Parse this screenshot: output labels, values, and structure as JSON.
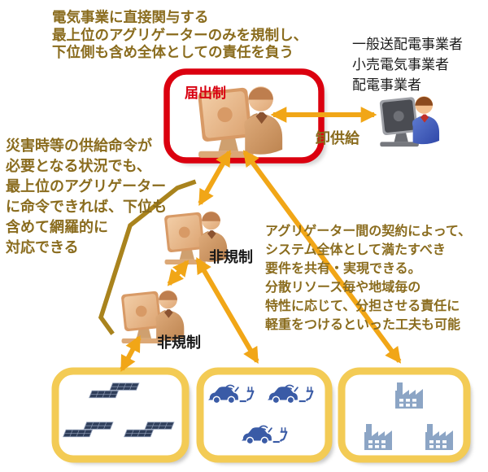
{
  "diagram": {
    "annotations": {
      "top_left": [
        "電気事業に直接関与する",
        "最上位のアグリゲーターのみを規制し、",
        "下位側も含め全体としての責任を負う"
      ],
      "top_right": [
        "一般送配電事業者",
        "小売電気事業者",
        "配電事業者"
      ],
      "left": [
        "災害時等の供給命令が",
        "必要となる状況でも、",
        "最上位のアグリゲーター",
        "に命令できれば、下位も",
        "含めて網羅的に",
        "対応できる"
      ],
      "right": [
        "アグリゲーター間の契約によって、",
        "システム全体として満たすべき",
        "要件を共有・実現できる。",
        "分散リソース毎や地域毎の",
        "特性に応じて、分担させる責任に",
        "軽重をつけるといった工夫も可能"
      ]
    },
    "labels": {
      "top_aggregator_badge": "届出制",
      "wholesale_supply_arrow": "卸供給",
      "mid_aggregator_badge": "非規制",
      "lower_aggregator_badge": "非規制"
    },
    "colors": {
      "regulated_box_border": "#db000f",
      "badge_red": "#d8000f",
      "annotation_brown": "#8a6c1e",
      "arrow_orange": "#f1a617",
      "bracket_gold": "#a9831d",
      "resource_box_border": "#f3cb55",
      "resource_icon_blue": "#8ca5c5",
      "ev_icon_blue": "#3a5ba6",
      "solar_panel_navy": "#2f3e5a",
      "text_black": "#1a1a1a"
    },
    "icons": [
      "person-at-computer-icon",
      "solar-panel-icon",
      "ev-charging-icon",
      "factory-icon",
      "wifi-icon",
      "plug-icon"
    ]
  }
}
